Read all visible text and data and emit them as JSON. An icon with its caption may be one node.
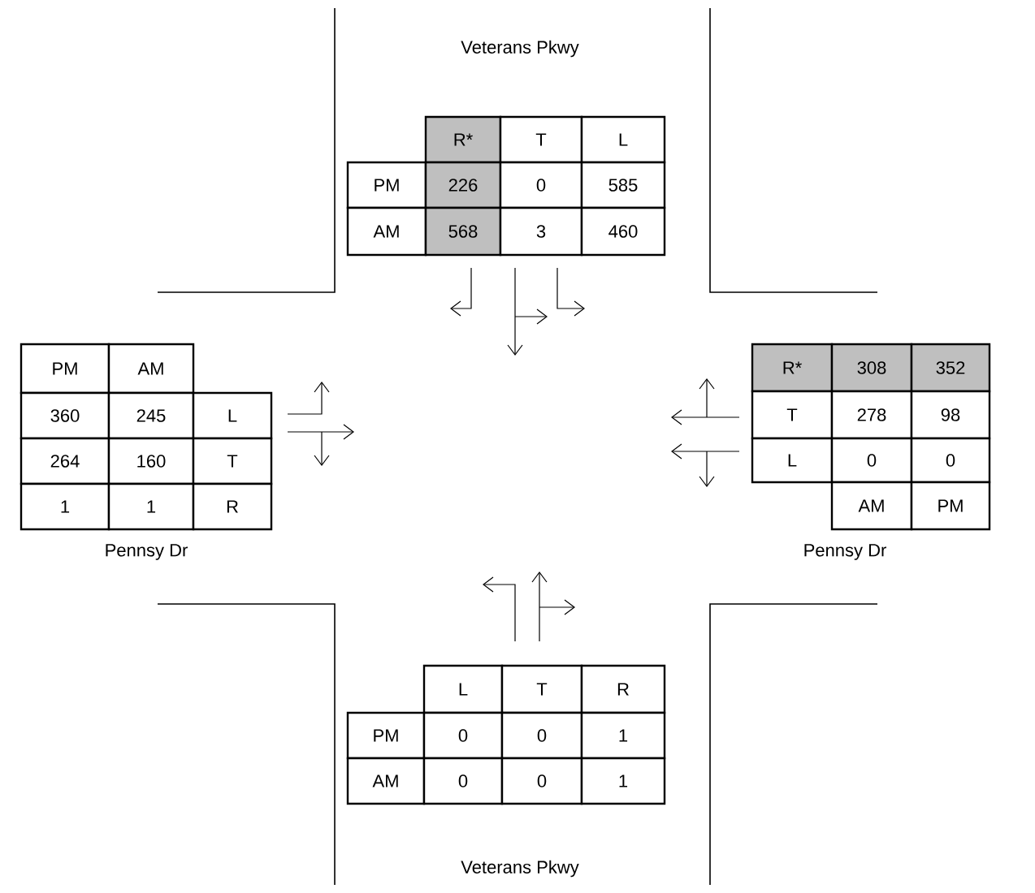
{
  "diagram": {
    "labels": [
      "Veterans Pkwy",
      "R*",
      "T",
      "L",
      "PM",
      "226",
      "0",
      "585",
      "AM",
      "568",
      "3",
      "460",
      "PM",
      "AM",
      "360",
      "245",
      "L",
      "264",
      "160",
      "T",
      "1",
      "1",
      "R",
      "R*",
      "308",
      "352",
      "T",
      "278",
      "98",
      "L",
      "0",
      "0",
      "AM",
      "PM",
      "Pennsy Dr",
      "Pennsy Dr",
      "L",
      "T",
      "R",
      "PM",
      "0",
      "0",
      "1",
      "AM",
      "0",
      "0",
      "1",
      "Veterans Pkwy"
    ]
  }
}
